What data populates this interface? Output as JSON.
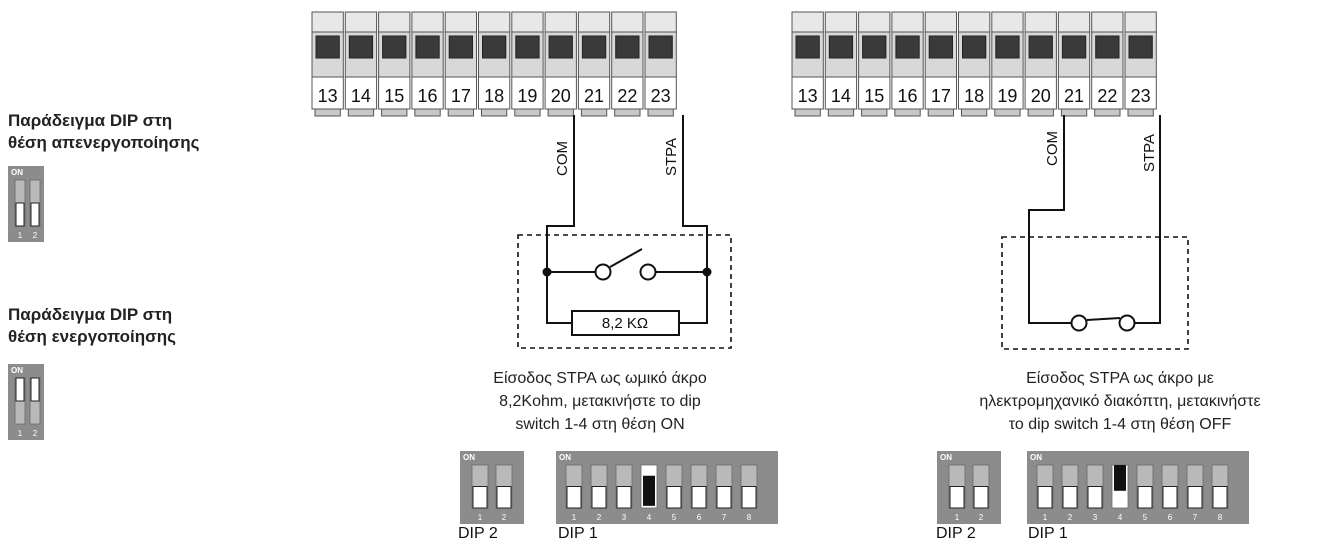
{
  "left_labels": {
    "off_example": [
      "Παράδειγμα DIP στη",
      "θέση απενεργοποίησης"
    ],
    "on_example": [
      "Παράδειγμα DIP στη",
      "θέση ενεργοποίησης"
    ]
  },
  "terminals": [
    "13",
    "14",
    "15",
    "16",
    "17",
    "18",
    "19",
    "20",
    "21",
    "22",
    "23"
  ],
  "signals": {
    "com": "COM",
    "stpa": "STPA"
  },
  "resistor_label": "8,2 KΩ",
  "captions": {
    "left": [
      "Είσοδος STPA ως ωμικό άκρο",
      "8,2Kohm, μετακινήστε το dip",
      "switch 1-4 στη θέση ON"
    ],
    "right": [
      "Είσοδος STPA ως άκρο με",
      "ηλεκτρομηχανικό διακόπτη, μετακινήστε",
      "το dip switch 1-4 στη θέση OFF"
    ]
  },
  "dip_labels": {
    "dip2": "DIP 2",
    "dip1": "DIP 1"
  },
  "dip_text": {
    "on": "ON",
    "switch_numbers_2": [
      "1",
      "2"
    ],
    "switch_numbers_8": [
      "1",
      "2",
      "3",
      "4",
      "5",
      "6",
      "7",
      "8"
    ]
  },
  "dip_states": {
    "example_off": [
      "off",
      "off"
    ],
    "example_on": [
      "on",
      "on"
    ],
    "left_dip2": [
      "off",
      "off"
    ],
    "left_dip1": [
      "off",
      "off",
      "off",
      "on",
      "off",
      "off",
      "off",
      "off"
    ],
    "right_dip2": [
      "off",
      "off"
    ],
    "right_dip1": [
      "off",
      "off",
      "off",
      "off",
      "off",
      "off",
      "off",
      "off"
    ]
  },
  "colors": {
    "dip_body": "#8c8c8c",
    "terminal_block": "#d8d8d8",
    "terminal_hole": "#3a3a3a",
    "line": "#111111"
  }
}
